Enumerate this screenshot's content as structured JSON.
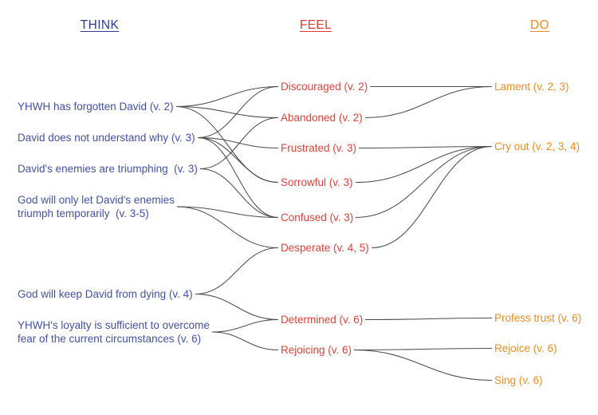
{
  "columns": {
    "think": {
      "header": "THINK"
    },
    "feel": {
      "header": "FEEL"
    },
    "do": {
      "header": "DO"
    }
  },
  "think": {
    "items": [
      {
        "id": "t1",
        "label": "YHWH has forgotten David (v. 2)"
      },
      {
        "id": "t2",
        "label": "David does not understand why (v. 3)"
      },
      {
        "id": "t3",
        "label": "David's enemies are triumphing  (v. 3)"
      },
      {
        "id": "t4",
        "label": "God will only let David's enemies\ntriumph temporarily  (v. 3-5)"
      },
      {
        "id": "t5",
        "label": "God will keep David from dying (v. 4)"
      },
      {
        "id": "t6",
        "label": "YHWH's loyalty is sufficient to overcome\nfear of the current circumstances (v. 6)"
      }
    ]
  },
  "feel": {
    "items": [
      {
        "id": "discouraged",
        "label": "Discouraged (v. 2)"
      },
      {
        "id": "abandoned",
        "label": "Abandoned (v. 2)"
      },
      {
        "id": "frustrated",
        "label": "Frustrated (v. 3)"
      },
      {
        "id": "sorrowful",
        "label": "Sorrowful (v. 3)"
      },
      {
        "id": "confused",
        "label": "Confused (v. 3)"
      },
      {
        "id": "desperate",
        "label": "Desperate (v. 4, 5)"
      },
      {
        "id": "determined",
        "label": "Determined (v. 6)"
      },
      {
        "id": "rejoicing",
        "label": "Rejoicing (v. 6)"
      }
    ]
  },
  "do": {
    "items": [
      {
        "id": "lament",
        "label": "Lament (v. 2, 3)"
      },
      {
        "id": "cry_out",
        "label": "Cry out (v. 2, 3, 4)"
      },
      {
        "id": "profess_trust",
        "label": "Profess trust (v. 6)"
      },
      {
        "id": "rejoice",
        "label": "Rejoice (v. 6)"
      },
      {
        "id": "sing",
        "label": "Sing (v. 6)"
      }
    ]
  },
  "edges": [
    [
      "t1",
      "discouraged"
    ],
    [
      "t1",
      "abandoned"
    ],
    [
      "t1",
      "sorrowful"
    ],
    [
      "t2",
      "discouraged"
    ],
    [
      "t2",
      "frustrated"
    ],
    [
      "t2",
      "sorrowful"
    ],
    [
      "t2",
      "confused"
    ],
    [
      "t3",
      "abandoned"
    ],
    [
      "t3",
      "confused"
    ],
    [
      "t4",
      "confused"
    ],
    [
      "t4",
      "desperate"
    ],
    [
      "t5",
      "desperate"
    ],
    [
      "t5",
      "determined"
    ],
    [
      "t6",
      "determined"
    ],
    [
      "t6",
      "rejoicing"
    ],
    [
      "discouraged",
      "lament"
    ],
    [
      "abandoned",
      "lament"
    ],
    [
      "frustrated",
      "cry_out"
    ],
    [
      "sorrowful",
      "cry_out"
    ],
    [
      "confused",
      "cry_out"
    ],
    [
      "desperate",
      "cry_out"
    ],
    [
      "determined",
      "profess_trust"
    ],
    [
      "rejoicing",
      "rejoice"
    ],
    [
      "rejoicing",
      "sing"
    ]
  ],
  "colors": {
    "think_header": "#2c3a90",
    "think_item": "#4351a7",
    "feel_header": "#e03a31",
    "feel_item": "#e04138",
    "do_header": "#ef8b1f",
    "do_item": "#ef8b1f",
    "line": "#4c4c4c"
  }
}
